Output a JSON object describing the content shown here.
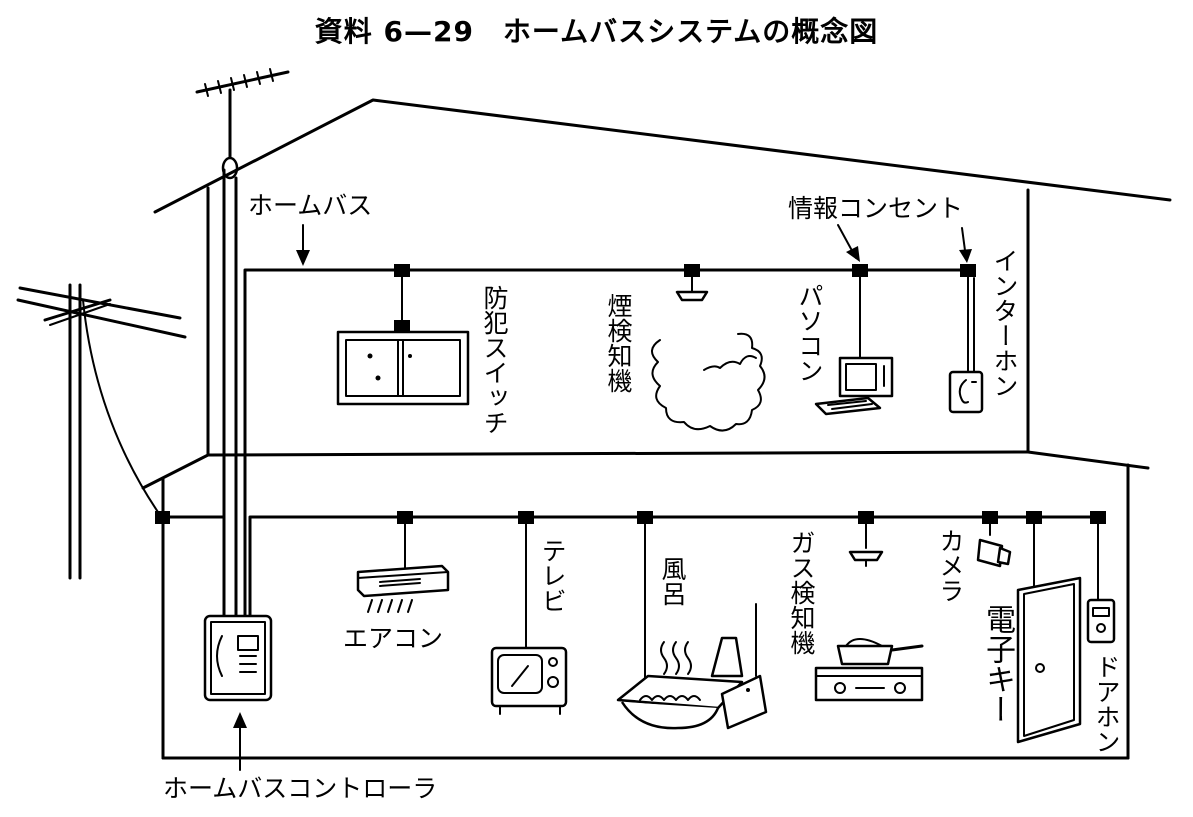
{
  "title": "資料 6—29　ホームバスシステムの概念図",
  "labels": {
    "home_bus": "ホームバス",
    "info_outlet": "情報コンセント",
    "intercom": "インターホン",
    "security_switch": "防犯スイッチ",
    "smoke_detector": "煙検知機",
    "pc": "パソコン",
    "air_conditioner": "エアコン",
    "tv": "テレビ",
    "bath": "風呂",
    "gas_detector": "ガス検知機",
    "camera": "カメラ",
    "electronic_key": "電子キー",
    "door_phone": "ドアホン",
    "controller": "ホームバスコントローラ"
  }
}
